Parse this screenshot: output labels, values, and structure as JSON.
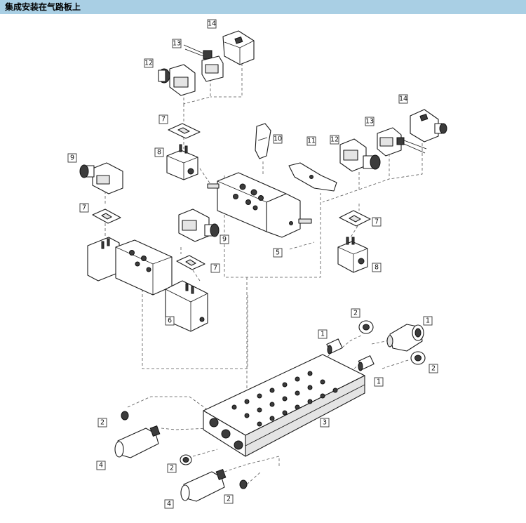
{
  "header": {
    "title": "集成安装在气路板上"
  },
  "callouts": [
    {
      "label": "14"
    },
    {
      "label": "13"
    },
    {
      "label": "12"
    },
    {
      "label": "7"
    },
    {
      "label": "8"
    },
    {
      "label": "10"
    },
    {
      "label": "11"
    },
    {
      "label": "12"
    },
    {
      "label": "13"
    },
    {
      "label": "14"
    },
    {
      "label": "9"
    },
    {
      "label": "7"
    },
    {
      "label": "9"
    },
    {
      "label": "7"
    },
    {
      "label": "7"
    },
    {
      "label": "5"
    },
    {
      "label": "8"
    },
    {
      "label": "6"
    },
    {
      "label": "2"
    },
    {
      "label": "1"
    },
    {
      "label": "1"
    },
    {
      "label": "2"
    },
    {
      "label": "1"
    },
    {
      "label": "2"
    },
    {
      "label": "3"
    },
    {
      "label": "4"
    },
    {
      "label": "2"
    },
    {
      "label": "4"
    },
    {
      "label": "2"
    }
  ]
}
